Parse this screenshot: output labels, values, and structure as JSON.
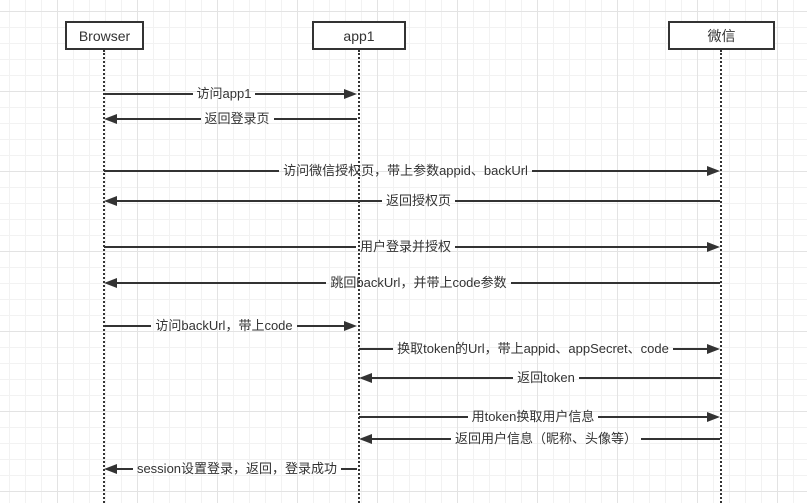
{
  "diagram": {
    "type": "sequence",
    "participants": [
      {
        "id": "browser",
        "label": "Browser"
      },
      {
        "id": "app1",
        "label": "app1"
      },
      {
        "id": "wechat",
        "label": "微信"
      }
    ],
    "messages": [
      {
        "from": "Browser",
        "to": "app1",
        "label": "访问app1"
      },
      {
        "from": "app1",
        "to": "Browser",
        "label": "返回登录页"
      },
      {
        "from": "Browser",
        "to": "微信",
        "label": "访问微信授权页，带上参数appid、backUrl"
      },
      {
        "from": "微信",
        "to": "Browser",
        "label": "返回授权页"
      },
      {
        "from": "Browser",
        "to": "微信",
        "label": "用户登录并授权"
      },
      {
        "from": "微信",
        "to": "Browser",
        "label": "跳回backUrl，并带上code参数"
      },
      {
        "from": "Browser",
        "to": "app1",
        "label": "访问backUrl，带上code"
      },
      {
        "from": "app1",
        "to": "微信",
        "label": "换取token的Url，带上appid、appSecret、code"
      },
      {
        "from": "微信",
        "to": "app1",
        "label": "返回token"
      },
      {
        "from": "app1",
        "to": "微信",
        "label": "用token换取用户信息"
      },
      {
        "from": "微信",
        "to": "app1",
        "label": "返回用户信息（昵称、头像等）"
      },
      {
        "from": "app1",
        "to": "Browser",
        "label": "session设置登录，返回，登录成功"
      }
    ],
    "colors": {
      "background": "#ffffff",
      "grid_minor": "#f2f2f2",
      "grid_major": "#e3e3e3",
      "stroke": "#333333",
      "text": "#333333"
    }
  }
}
